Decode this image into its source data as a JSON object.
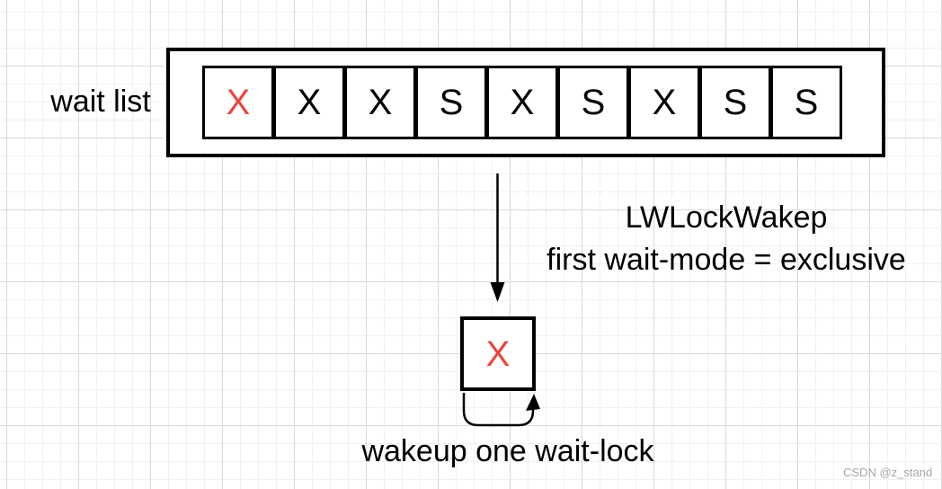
{
  "wait_list": {
    "label": "wait list",
    "cells": [
      {
        "letter": "X",
        "color": "#e8473f"
      },
      {
        "letter": "X",
        "color": "#000000"
      },
      {
        "letter": "X",
        "color": "#000000"
      },
      {
        "letter": "S",
        "color": "#000000"
      },
      {
        "letter": "X",
        "color": "#000000"
      },
      {
        "letter": "S",
        "color": "#000000"
      },
      {
        "letter": "X",
        "color": "#000000"
      },
      {
        "letter": "S",
        "color": "#000000"
      },
      {
        "letter": "S",
        "color": "#000000"
      }
    ]
  },
  "annotation": {
    "line1": "LWLockWakep",
    "line2": "first wait-mode = exclusive"
  },
  "woken_cell": {
    "letter": "X",
    "color": "#e8473f"
  },
  "caption": "wakeup one wait-lock",
  "watermark": "CSDN @z_stand",
  "colors": {
    "accent_red": "#e8473f",
    "line_black": "#000000",
    "grid_minor": "#f1f1f1",
    "grid_major": "#d9d9d9",
    "watermark_gray": "#a6a6a6"
  }
}
